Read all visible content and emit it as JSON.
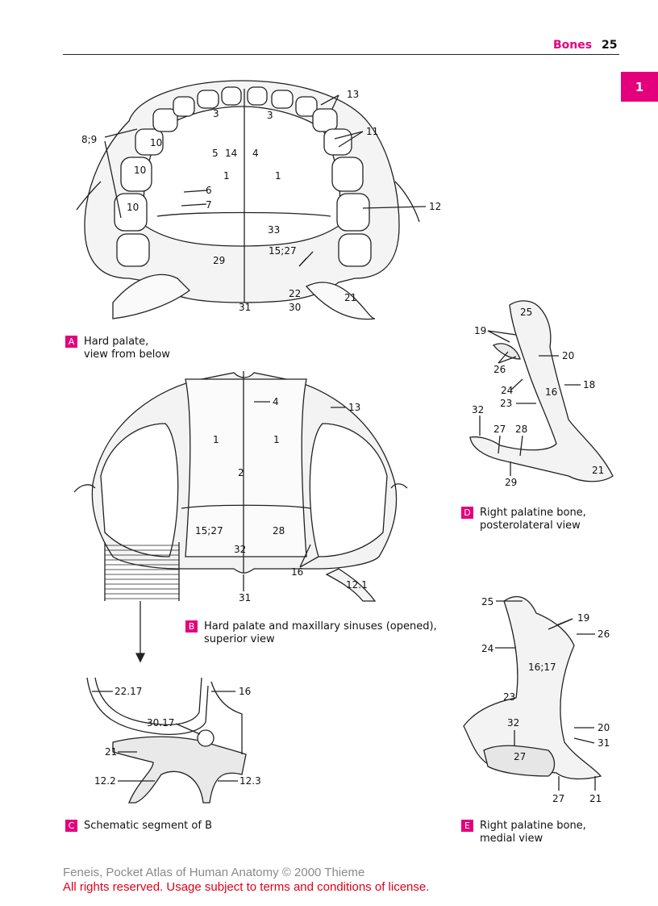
{
  "header": {
    "section": "Bones",
    "page": "25",
    "chapter_tab": "1"
  },
  "figures": {
    "A": {
      "badge": "A",
      "caption_lines": [
        "Hard palate,",
        "view from below"
      ],
      "labels": [
        "13",
        "3",
        "3",
        "11",
        "8;9",
        "5",
        "14",
        "4",
        "10",
        "10",
        "10",
        "1",
        "1",
        "6",
        "7",
        "12",
        "33",
        "29",
        "15;27",
        "22",
        "30",
        "31",
        "21"
      ]
    },
    "B": {
      "badge": "B",
      "caption_lines": [
        "Hard palate and maxillary sinuses (opened),",
        "superior view"
      ],
      "labels": [
        "4",
        "13",
        "1",
        "1",
        "2",
        "15;27",
        "28",
        "32",
        "16",
        "12.1",
        "31"
      ]
    },
    "C": {
      "badge": "C",
      "caption_lines": [
        "Schematic segment of B"
      ],
      "labels": [
        "22.17",
        "16",
        "30.17",
        "21",
        "12.2",
        "12.3"
      ]
    },
    "D": {
      "badge": "D",
      "caption_lines": [
        "Right palatine bone,",
        "posterolateral view"
      ],
      "labels": [
        "25",
        "19",
        "20",
        "26",
        "24",
        "18",
        "16",
        "23",
        "32",
        "27",
        "28",
        "21",
        "29"
      ]
    },
    "E": {
      "badge": "E",
      "caption_lines": [
        "Right palatine bone,",
        "medial view"
      ],
      "labels": [
        "25",
        "19",
        "26",
        "24",
        "16;17",
        "23",
        "32",
        "20",
        "31",
        "27",
        "27",
        "21"
      ]
    }
  },
  "footer": {
    "credit": "Feneis, Pocket Atlas of Human Anatomy © 2000 Thieme",
    "rights": "All rights reserved. Usage subject to terms and conditions of license."
  }
}
